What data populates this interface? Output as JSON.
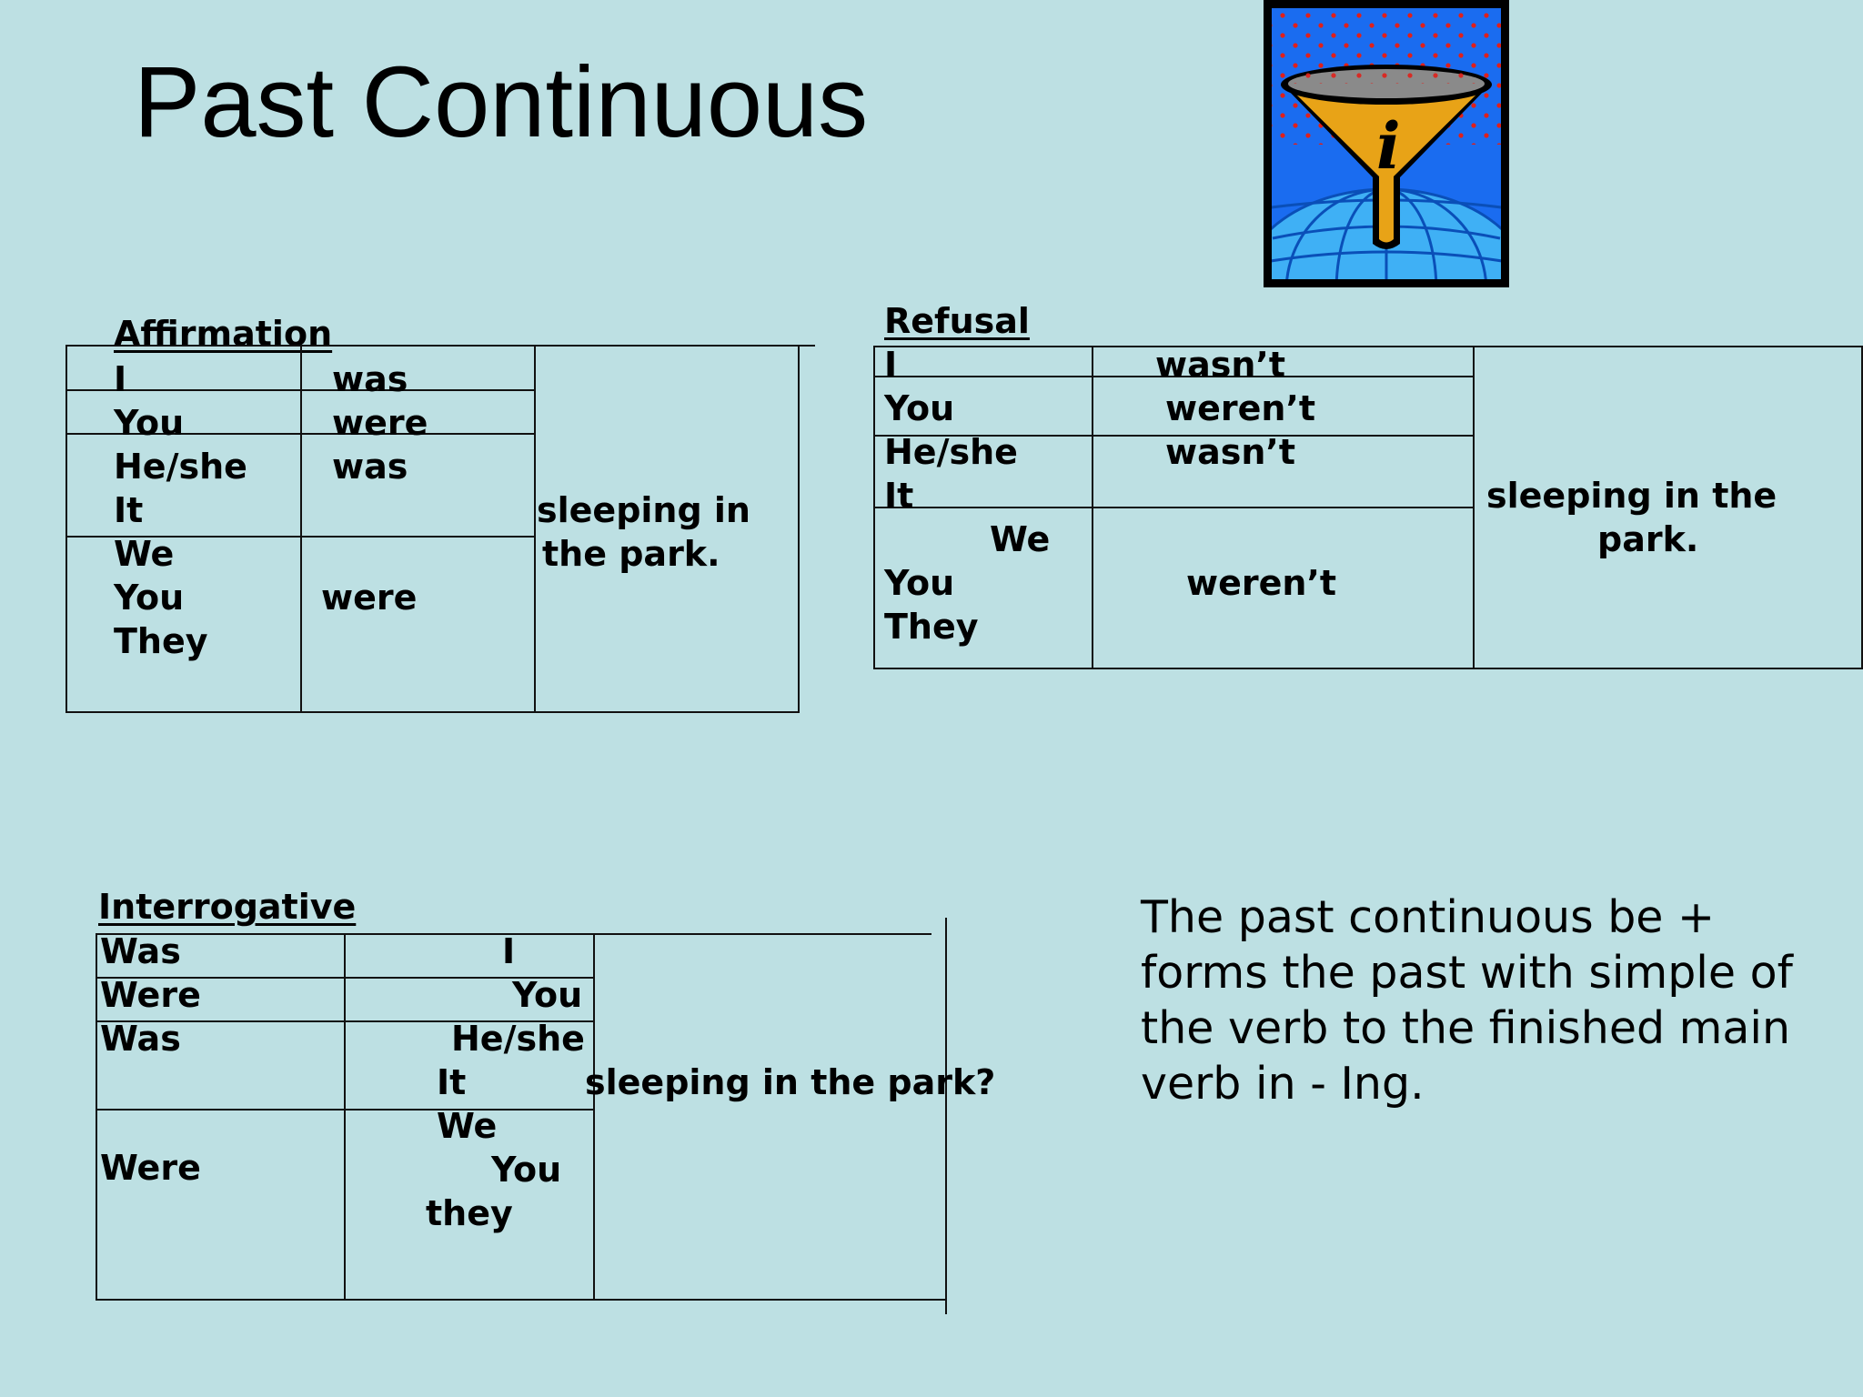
{
  "slide": {
    "title": "Past Continuous",
    "note": "The past continuous be + forms the past with simple of the verb to the finished main verb in - Ing."
  },
  "clipart": {
    "icon": "info-funnel-globe-icon",
    "glyph": "i",
    "colors": {
      "sky": "#1a6cf0",
      "funnel": "#e8a317",
      "globe": "#3fb0f5",
      "dots": "#e0201a"
    }
  },
  "affirmation": {
    "heading": "Affirmation",
    "rows": [
      {
        "subject": [
          "I"
        ],
        "verb": "was"
      },
      {
        "subject": [
          "You"
        ],
        "verb": "were"
      },
      {
        "subject": [
          "He/she",
          "It"
        ],
        "verb": "was"
      },
      {
        "subject": [
          "We",
          "You",
          "They"
        ],
        "verb": "were"
      }
    ],
    "complement": [
      "sleeping in",
      "the park."
    ]
  },
  "refusal": {
    "heading": "Refusal",
    "rows": [
      {
        "subject": [
          "I"
        ],
        "verb": "wasn’t"
      },
      {
        "subject": [
          "You"
        ],
        "verb": "weren’t"
      },
      {
        "subject": [
          "He/she",
          "It"
        ],
        "verb": "wasn’t"
      },
      {
        "subject": [
          "We",
          "You",
          "They"
        ],
        "verb": "weren’t"
      }
    ],
    "complement": [
      "sleeping in the",
      "park."
    ]
  },
  "interrogative": {
    "heading": "Interrogative",
    "rows": [
      {
        "aux": "Was",
        "subject": [
          "I"
        ]
      },
      {
        "aux": "Were",
        "subject": [
          "You"
        ]
      },
      {
        "aux": "Was",
        "subject": [
          "He/she",
          "It"
        ]
      },
      {
        "aux": "Were",
        "subject": [
          "We",
          "You",
          "they"
        ]
      }
    ],
    "complement": "sleeping in the park?"
  }
}
